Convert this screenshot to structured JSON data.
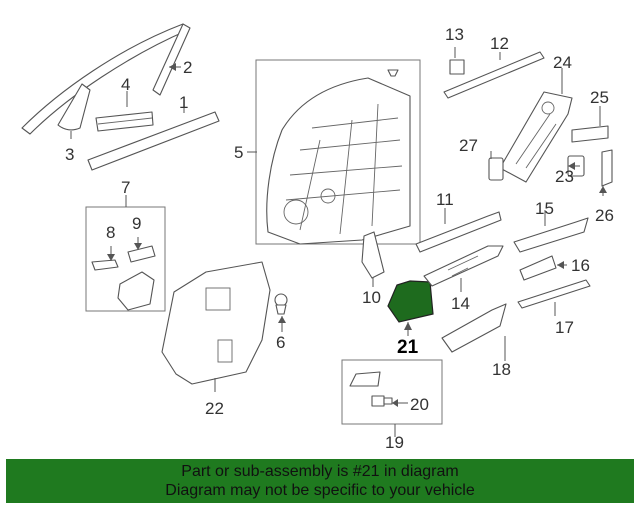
{
  "diagram": {
    "highlight_color": "#1e6b1e",
    "highlight_callout": "21",
    "callouts": {
      "c1": "1",
      "c2": "2",
      "c3": "3",
      "c4": "4",
      "c5": "5",
      "c6": "6",
      "c7": "7",
      "c8": "8",
      "c9": "9",
      "c10": "10",
      "c11": "11",
      "c12": "12",
      "c13": "13",
      "c14": "14",
      "c15": "15",
      "c16": "16",
      "c17": "17",
      "c18": "18",
      "c19": "19",
      "c20": "20",
      "c21": "21",
      "c22": "22",
      "c23": "23",
      "c24": "24",
      "c25": "25",
      "c26": "26",
      "c27": "27"
    }
  },
  "footer": {
    "background": "#1f7a1f",
    "line1": "Part or sub-assembly is #21 in diagram",
    "line2": "Diagram may not be specific to your vehicle"
  }
}
